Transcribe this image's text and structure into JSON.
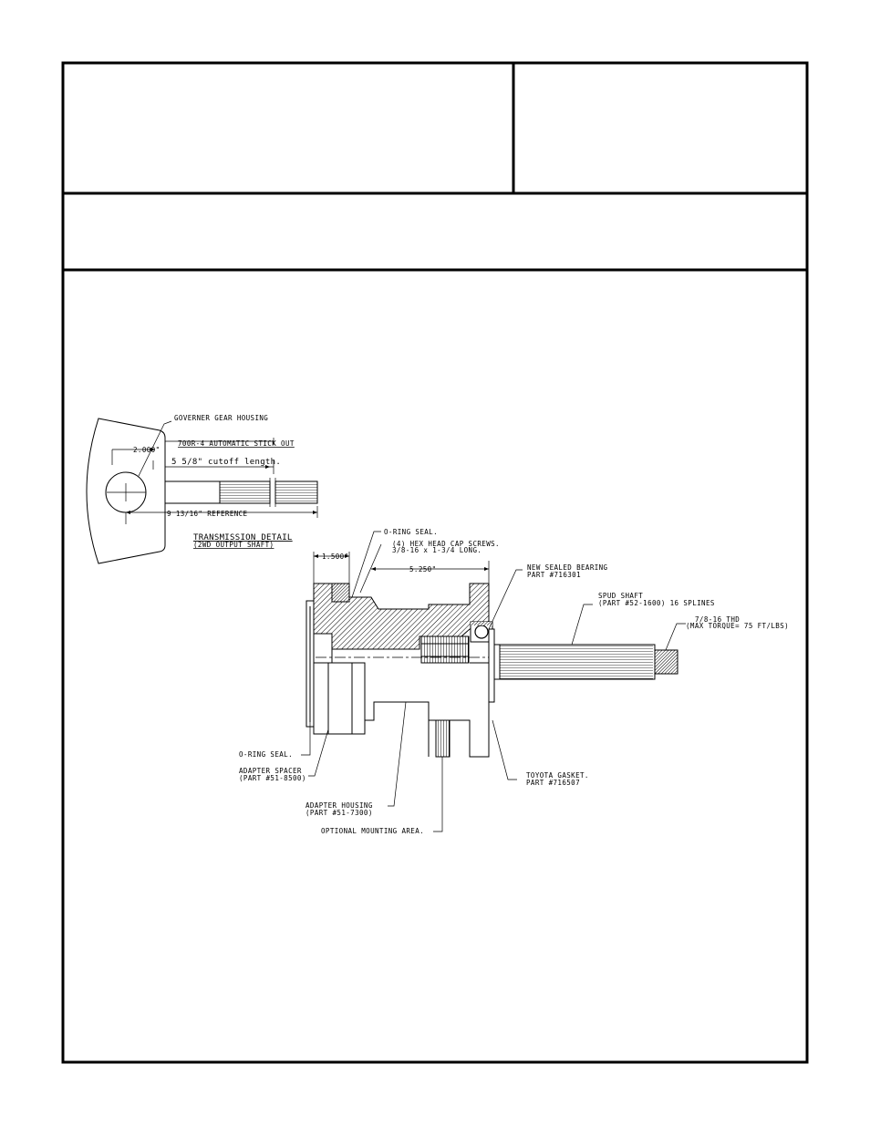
{
  "labels": {
    "governor_gear_housing": "GOVERNER GEAR HOUSING",
    "stick_out": "700R-4 AUTOMATIC STICK OUT",
    "dim_2000": "2.000\"",
    "cutoff_length": "5 5/8\" cutoff length.",
    "reference": "9 13/16\" REFERENCE",
    "transmission_detail": "TRANSMISSION DETAIL",
    "output_shaft": "(2WD OUTPUT SHAFT)",
    "oring_seal_top": "O-RING SEAL.",
    "dim_1500": "1.500\"",
    "hex_cap_screws_1": "(4) HEX HEAD CAP SCREWS.",
    "hex_cap_screws_2": "3/8-16 x 1-3/4 LONG.",
    "dim_5250": "5.250\"",
    "sealed_bearing_1": "NEW SEALED BEARING",
    "sealed_bearing_2": "PART #716301",
    "spud_shaft_1": "SPUD SHAFT",
    "spud_shaft_2": "(PART #52-1600) 16 SPLINES",
    "thread_1": "7/8-16 THD",
    "thread_2": "(MAX TORQUE= 75 FT/LBS)",
    "oring_seal_bottom": "O-RING SEAL.",
    "adapter_spacer_1": "ADAPTER SPACER",
    "adapter_spacer_2": "(PART #51-8500)",
    "adapter_housing_1": "ADAPTER HOUSING",
    "adapter_housing_2": "(PART #51-7300)",
    "mounting_area": "OPTIONAL MOUNTING AREA.",
    "toyota_gasket_1": "TOYOTA GASKET.",
    "toyota_gasket_2": "PART #716507"
  }
}
